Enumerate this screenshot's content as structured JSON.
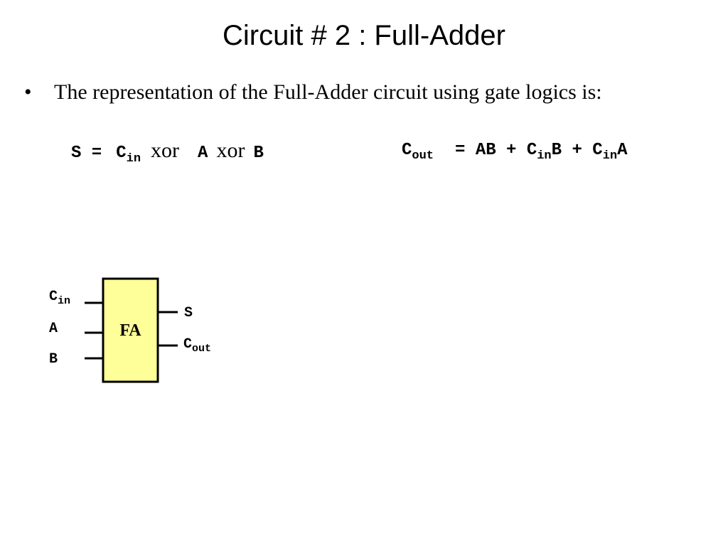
{
  "slide": {
    "title": "Circuit # 2 : Full-Adder",
    "bullet": "•",
    "text": "The representation of the Full-Adder circuit using gate logics is:"
  },
  "equations": {
    "sum": {
      "lhs": "S =",
      "t1": "C",
      "t1_sub": "in",
      "op1": "xor",
      "t2": "A",
      "op2": "xor",
      "t3": "B"
    },
    "carry": {
      "lhs": "C",
      "lhs_sub": "out",
      "eq": "= AB + C",
      "sub1": "in",
      "mid": "B + C",
      "sub2": "in",
      "end": "A"
    }
  },
  "diagram": {
    "block_label": "FA",
    "block_fill": "#ffff99",
    "inputs": [
      {
        "label": "C",
        "sub": "in"
      },
      {
        "label": "A",
        "sub": ""
      },
      {
        "label": "B",
        "sub": ""
      }
    ],
    "outputs": [
      {
        "label": "S",
        "sub": ""
      },
      {
        "label": "C",
        "sub": "out"
      }
    ]
  }
}
